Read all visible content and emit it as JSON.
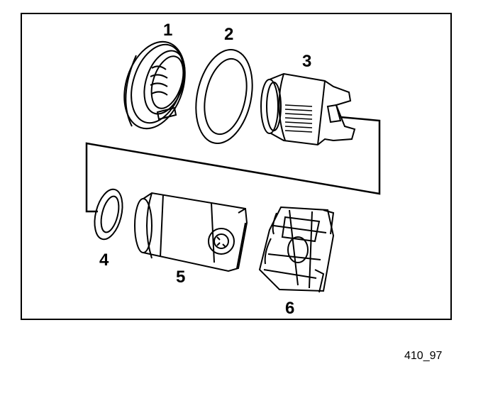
{
  "diagram": {
    "callouts": {
      "part_1": "1",
      "part_2": "2",
      "part_3": "3",
      "part_4": "4",
      "part_5": "5",
      "part_6": "6"
    },
    "figure_code": "410_97",
    "colors": {
      "ink": "#000000",
      "paper": "#ffffff"
    }
  }
}
